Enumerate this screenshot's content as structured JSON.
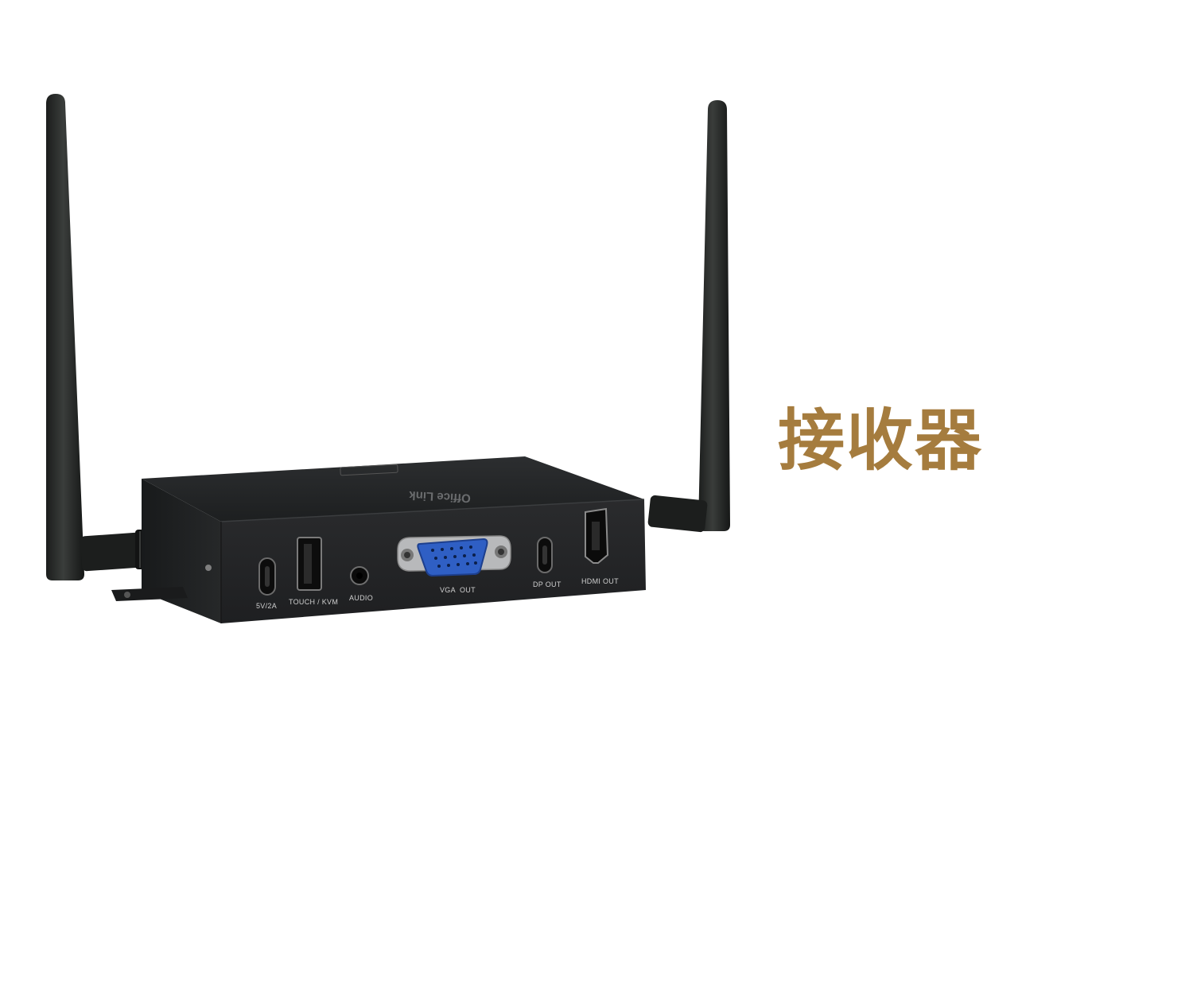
{
  "title": "接收器",
  "device": {
    "brand_text": "Office Link",
    "ports": [
      {
        "label": "5V/2A"
      },
      {
        "label": "TOUCH / KVM"
      },
      {
        "label": "AUDIO"
      },
      {
        "label": "VGA  OUT"
      },
      {
        "label": "DP OUT"
      },
      {
        "label": "HDMI OUT"
      }
    ]
  },
  "colors": {
    "title": "#a57c3e",
    "device_body": "#242526",
    "vga_connector": "#2f5fc4"
  }
}
